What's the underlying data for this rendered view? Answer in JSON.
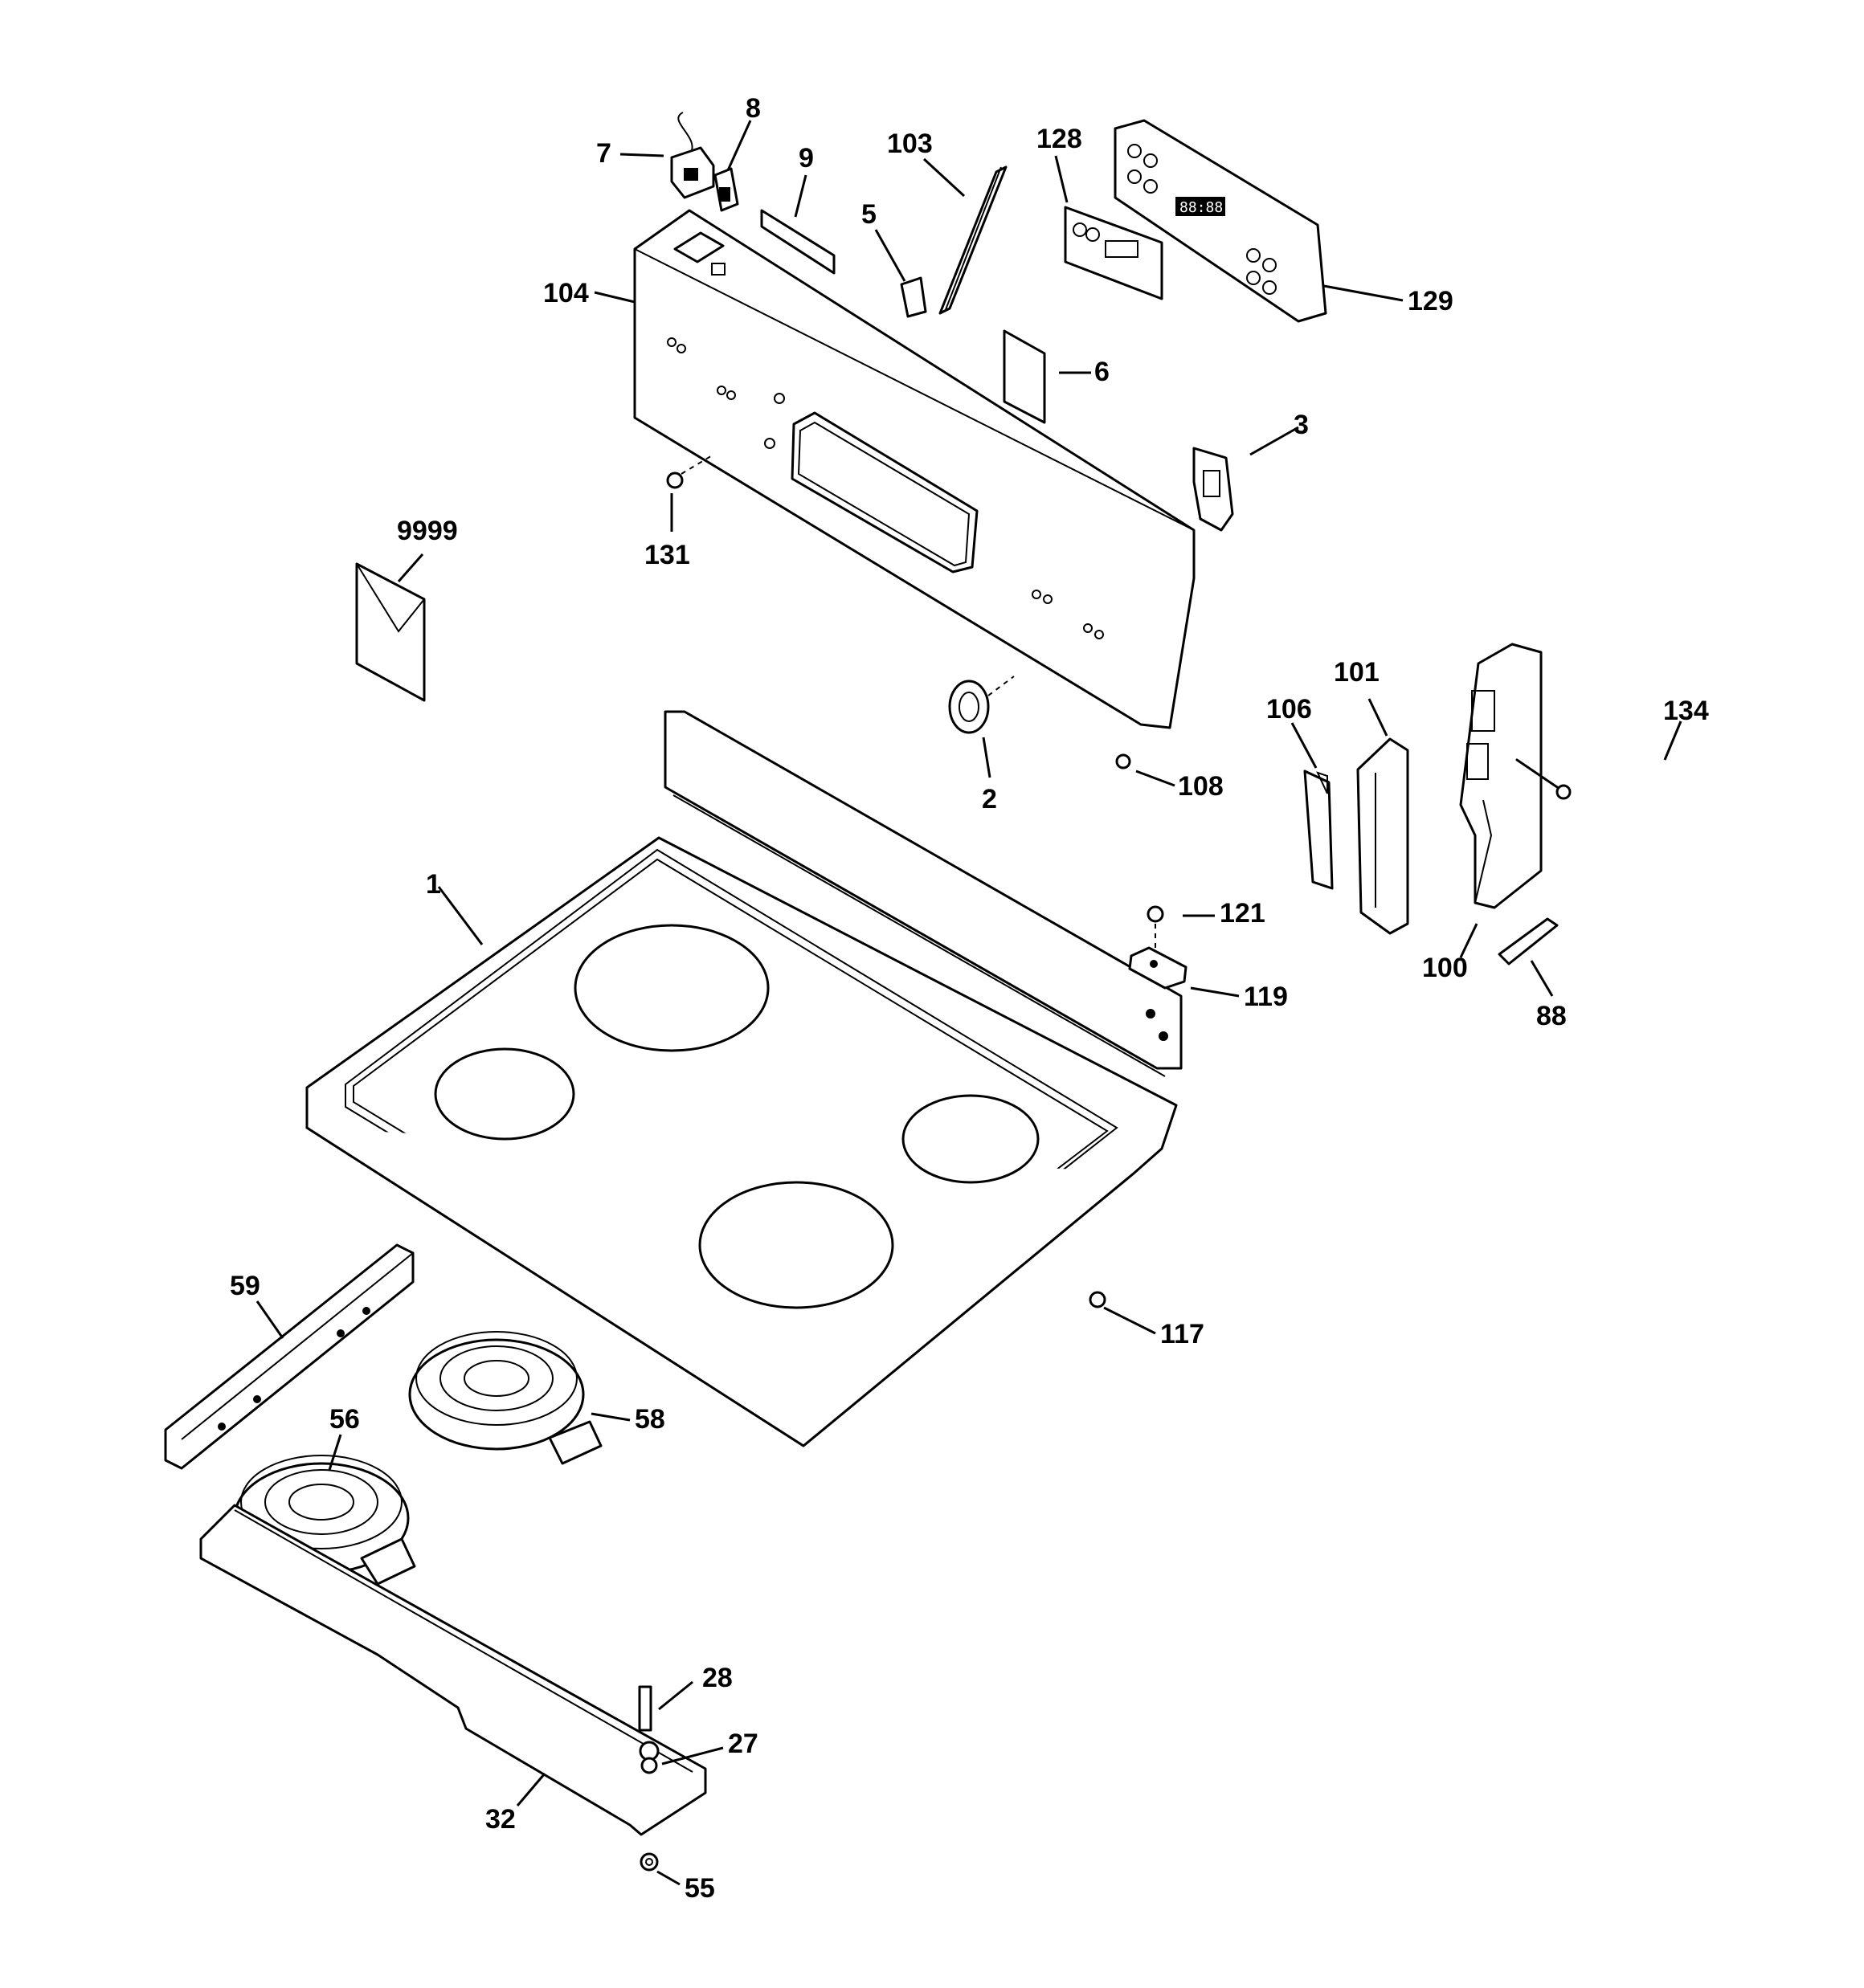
{
  "callouts": {
    "c7": "7",
    "c8": "8",
    "c9": "9",
    "c103": "103",
    "c128": "128",
    "c5": "5",
    "c104": "104",
    "c129": "129",
    "c6": "6",
    "c3": "3",
    "c131": "131",
    "c9999": "9999",
    "c2": "2",
    "c108": "108",
    "c101": "101",
    "c106": "106",
    "c134": "134",
    "c1": "1",
    "c121": "121",
    "c119": "119",
    "c100": "100",
    "c88": "88",
    "c59": "59",
    "c117": "117",
    "c56": "56",
    "c58": "58",
    "c28": "28",
    "c27": "27",
    "c32": "32",
    "c55": "55"
  },
  "display_readout": "88:88"
}
